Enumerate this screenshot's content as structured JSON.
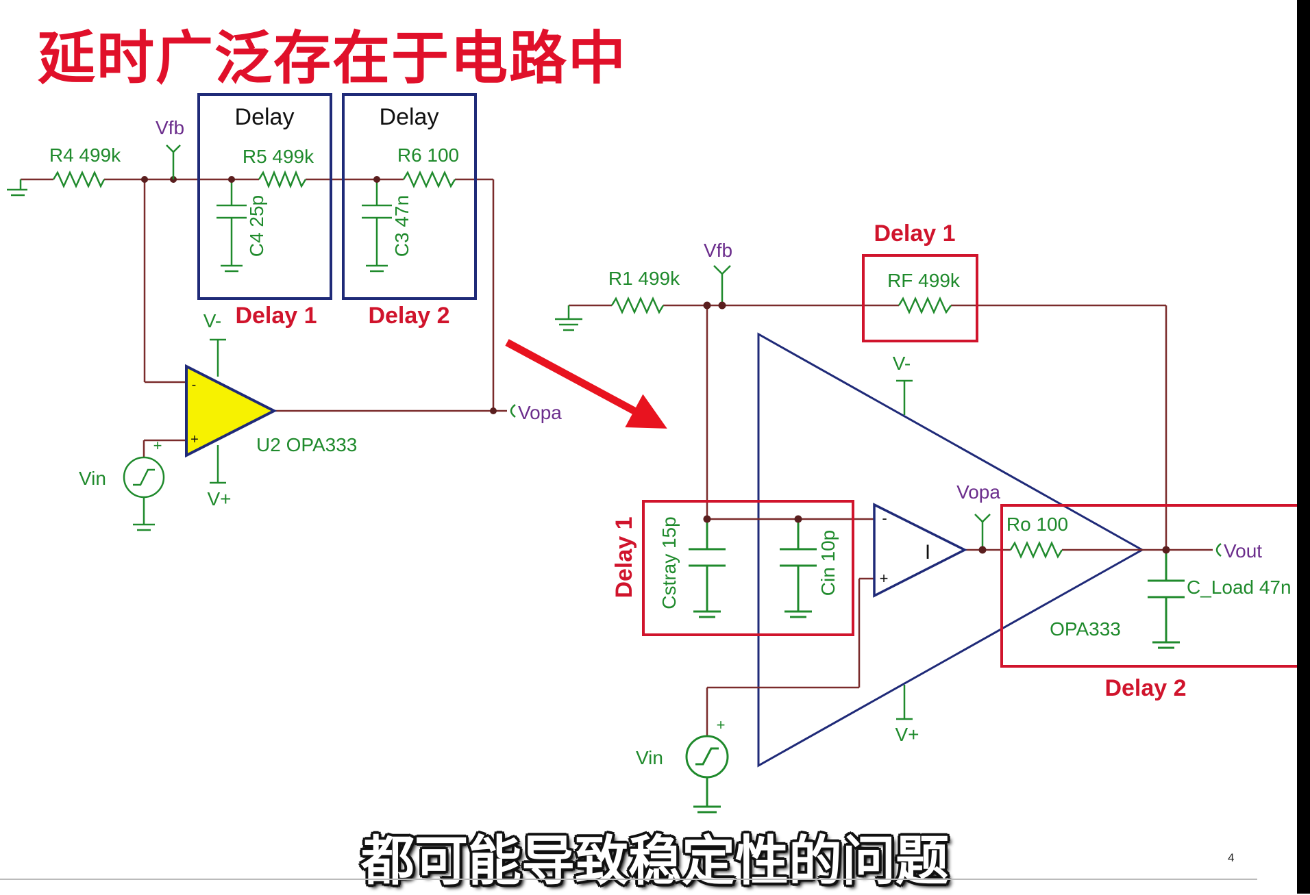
{
  "title": "延时广泛存在于电路中",
  "subtitle": "都可能导致稳定性的问题",
  "page_number": "4",
  "colors": {
    "title_red": "#e0102a",
    "wire": "#7a2b2b",
    "component_green": "#1f8a2c",
    "net_purple": "#6b2d8c",
    "box_navy": "#1f2a78",
    "box_red": "#d0142c",
    "opamp_yellow": "#f7f200"
  },
  "left_circuit": {
    "delay_box_1": "Delay",
    "delay_box_2": "Delay",
    "delay_label_1": "Delay 1",
    "delay_label_2": "Delay 2",
    "r4": "R4 499k",
    "r5": "R5 499k",
    "r6": "R6 100",
    "c4": "C4 25p",
    "c3": "C3 47n",
    "vfb": "Vfb",
    "vopa": "Vopa",
    "vin": "Vin",
    "vminus": "V-",
    "vplus": "V+",
    "opamp": "U2 OPA333",
    "minus_pin": "-",
    "plus_pin": "+",
    "src_plus": "+"
  },
  "right_circuit": {
    "delay1_top": "Delay 1",
    "delay1_side": "Delay 1",
    "delay2": "Delay 2",
    "r1": "R1 499k",
    "rf": "RF 499k",
    "ro": "Ro 100",
    "cstray": "Cstray 15p",
    "cin": "Cin 10p",
    "cload": "C_Load 47n",
    "vfb": "Vfb",
    "vopa": "Vopa",
    "vout": "Vout",
    "vin": "Vin",
    "vminus": "V-",
    "vplus": "V+",
    "opamp": "OPA333",
    "inner_mark": "I",
    "minus_pin": "-",
    "plus_pin": "+",
    "src_plus": "+"
  }
}
